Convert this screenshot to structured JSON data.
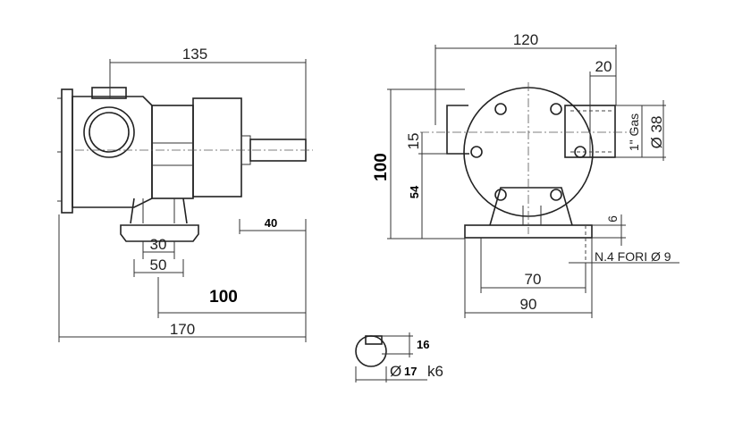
{
  "side_view": {
    "dim_overall_top": "135",
    "dim_base_inner": "30",
    "dim_base_outer": "50",
    "dim_shaft": "40",
    "dim_center_to_end": "100",
    "dim_overall_bottom": "170"
  },
  "front_view": {
    "dim_width_top": "120",
    "dim_flange": "20",
    "dim_port_gas": "1\" Gas",
    "dim_port_dia": "Ø 38",
    "dim_height": "100",
    "dim_offset": "15",
    "dim_axis_height": "54",
    "dim_base_thickness": "6",
    "dim_holes": "N.4 FORI Ø  9",
    "dim_hole_spacing": "70",
    "dim_base_width": "90"
  },
  "shaft_detail": {
    "dim_key": "16",
    "dim_diameter_prefix": "Ø",
    "dim_diameter": "17",
    "dim_tolerance": "k6"
  }
}
